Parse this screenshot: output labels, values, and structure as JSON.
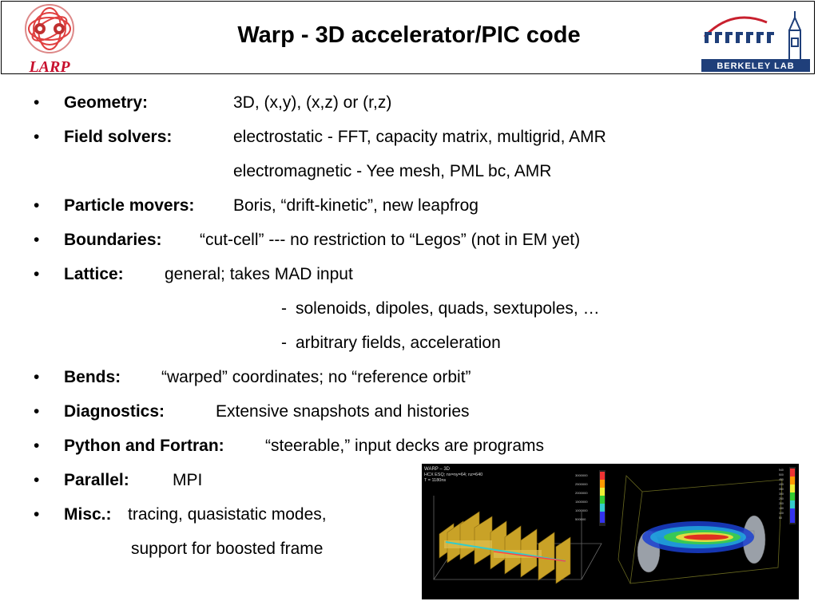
{
  "slide": {
    "title": "Warp - 3D accelerator/PIC code",
    "larp_logo_text": "LARP",
    "berkeley_logo_text": "BERKELEY LAB"
  },
  "bullets": [
    {
      "label": "Geometry:",
      "value": "3D, (x,y), (x,z) or (r,z)"
    },
    {
      "label": "Field solvers:",
      "value": "electrostatic - FFT, capacity matrix, multigrid, AMR",
      "continuation": "electromagnetic - Yee mesh, PML bc, AMR"
    },
    {
      "label": "Particle movers:",
      "value": "Boris, “drift-kinetic”, new leapfrog"
    },
    {
      "label": "Boundaries:",
      "value": "“cut-cell” --- no restriction to “Legos” (not in EM yet)"
    },
    {
      "label": "Lattice:",
      "value": "general; takes MAD input",
      "subitems": [
        "solenoids, dipoles, quads, sextupoles, …",
        "arbitrary fields, acceleration"
      ]
    },
    {
      "label": "Bends:",
      "value": "“warped” coordinates; no “reference orbit”"
    },
    {
      "label": "Diagnostics:",
      "value": "Extensive snapshots and histories"
    },
    {
      "label": "Python and Fortran:",
      "value": "“steerable,” input decks are programs"
    },
    {
      "label": "Parallel:",
      "value": "MPI"
    },
    {
      "label": "Misc.:",
      "value": "tracing, quasistatic modes,",
      "continuation": "support for boosted frame"
    }
  ],
  "bullet_symbol": "•",
  "dash_symbol": "-",
  "images": {
    "left_caption": "WARP – 3D",
    "left_subcaption": "HCX ESQ; nx=ny=64; nz=640",
    "left_time": "T = 1180ns",
    "left_scale": [
      "3000000",
      "2500000",
      "2000000",
      "1500000",
      "1000000",
      "500000"
    ],
    "right_scale": [
      "540",
      "500",
      "450",
      "400",
      "350",
      "300",
      "250",
      "200",
      "150",
      "100",
      "50"
    ]
  },
  "colors": {
    "header_border": "#000000",
    "larp_red": "#c8102e",
    "berkeley_blue": "#1f3f7a"
  }
}
